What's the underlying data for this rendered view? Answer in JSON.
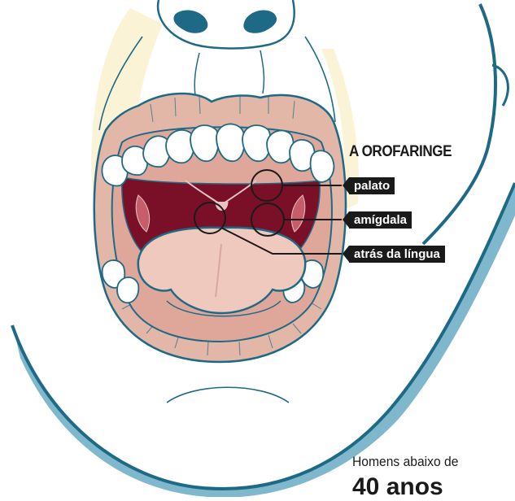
{
  "diagram": {
    "title": "A OROFARINGE",
    "labels": [
      {
        "text": "palato"
      },
      {
        "text": "amígdala"
      },
      {
        "text": "atrás da língua"
      }
    ]
  },
  "text_below": {
    "line1": "Homens abaixo de",
    "line2": "40 anos"
  },
  "colors": {
    "outline": "#1e6a86",
    "skin_shadow": "#7fb7cc",
    "lip": "#e2b7a8",
    "gum": "#dfa69a",
    "throat": "#7a1028",
    "tongue": "#efc9bd",
    "label_bg": "#1a1a1a"
  }
}
